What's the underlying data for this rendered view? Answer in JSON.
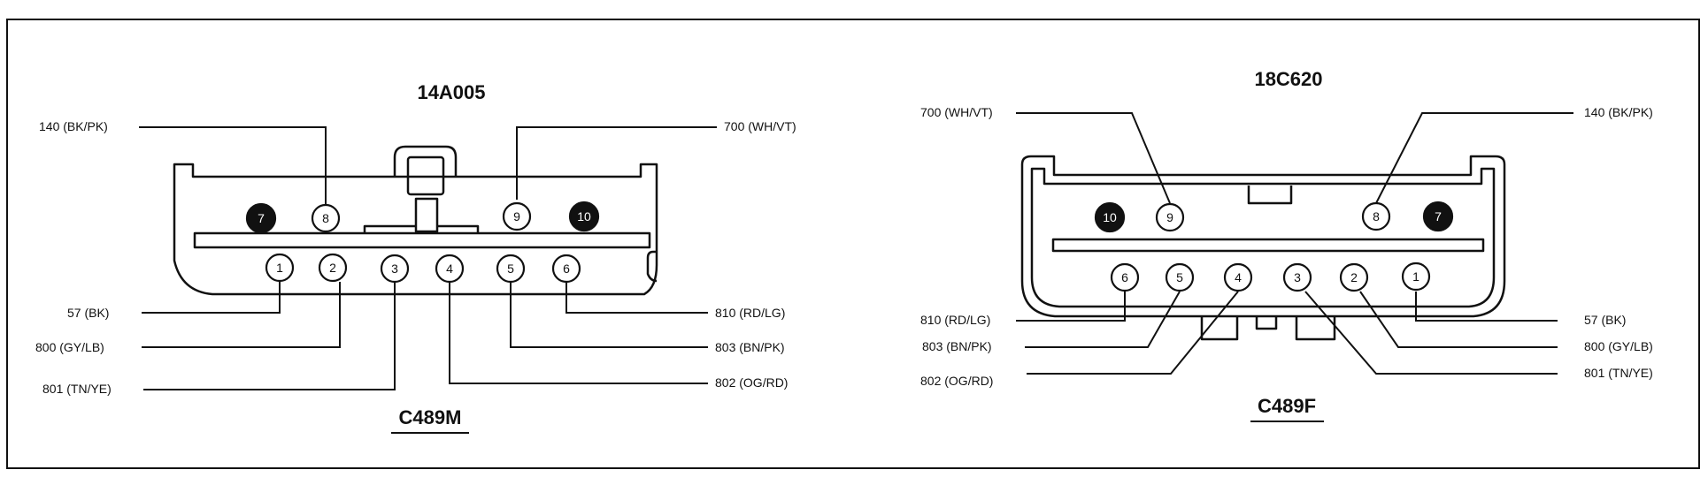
{
  "connectors": [
    {
      "id": "c489m",
      "title": "14A005",
      "subtitle": "C489M",
      "pins": [
        {
          "n": "1",
          "filled": false
        },
        {
          "n": "2",
          "filled": false
        },
        {
          "n": "3",
          "filled": false
        },
        {
          "n": "4",
          "filled": false
        },
        {
          "n": "5",
          "filled": false
        },
        {
          "n": "6",
          "filled": false
        },
        {
          "n": "7",
          "filled": true
        },
        {
          "n": "8",
          "filled": false
        },
        {
          "n": "9",
          "filled": false
        },
        {
          "n": "10",
          "filled": true
        }
      ],
      "wires": [
        {
          "label": "140 (BK/PK)",
          "pin": "8"
        },
        {
          "label": "700 (WH/VT)",
          "pin": "9"
        },
        {
          "label": "57 (BK)",
          "pin": "1"
        },
        {
          "label": "800 (GY/LB)",
          "pin": "2"
        },
        {
          "label": "801 (TN/YE)",
          "pin": "3"
        },
        {
          "label": "810 (RD/LG)",
          "pin": "6"
        },
        {
          "label": "803 (BN/PK)",
          "pin": "5"
        },
        {
          "label": "802 (OG/RD)",
          "pin": "4"
        }
      ]
    },
    {
      "id": "c489f",
      "title": "18C620",
      "subtitle": "C489F",
      "pins": [
        {
          "n": "1",
          "filled": false
        },
        {
          "n": "2",
          "filled": false
        },
        {
          "n": "3",
          "filled": false
        },
        {
          "n": "4",
          "filled": false
        },
        {
          "n": "5",
          "filled": false
        },
        {
          "n": "6",
          "filled": false
        },
        {
          "n": "7",
          "filled": true
        },
        {
          "n": "8",
          "filled": false
        },
        {
          "n": "9",
          "filled": false
        },
        {
          "n": "10",
          "filled": true
        }
      ],
      "wires": [
        {
          "label": "700 (WH/VT)",
          "pin": "9"
        },
        {
          "label": "140 (BK/PK)",
          "pin": "8"
        },
        {
          "label": "810 (RD/LG)",
          "pin": "6"
        },
        {
          "label": "803 (BN/PK)",
          "pin": "5"
        },
        {
          "label": "802 (OG/RD)",
          "pin": "4"
        },
        {
          "label": "57 (BK)",
          "pin": "1"
        },
        {
          "label": "800 (GY/LB)",
          "pin": "2"
        },
        {
          "label": "801 (TN/YE)",
          "pin": "3"
        }
      ]
    }
  ]
}
